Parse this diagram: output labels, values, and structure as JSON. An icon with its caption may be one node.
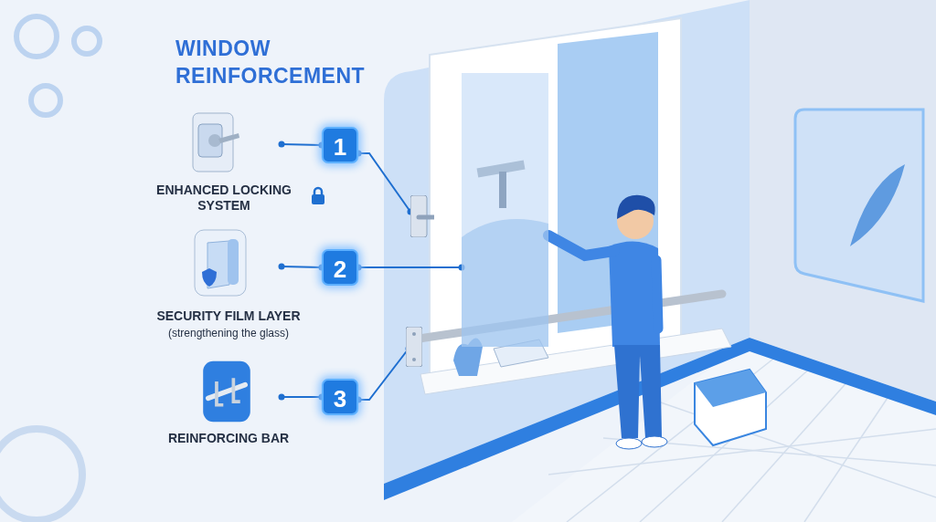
{
  "diagram": {
    "title": "WINDOW REINFORCEMENT",
    "nodes": [
      {
        "text": [
          "ENHANCED LOCKING SYSTEM"
        ]
      },
      {
        "text": [
          "1"
        ]
      },
      {
        "text": [],
        "shape": "picture"
      },
      {
        "text": [
          "SECURITY FILM LAYER",
          "(strengthening the glass)"
        ]
      },
      {
        "text": [
          "2"
        ]
      },
      {
        "text": [],
        "shape": "picture"
      },
      {
        "text": [
          "REINFORCING BAR"
        ]
      },
      {
        "text": [
          "3"
        ]
      },
      {
        "text": [],
        "shape": "picture"
      }
    ],
    "edges": [
      {
        "from": 0,
        "to": 1,
        "arrow": "other"
      },
      {
        "from": 1,
        "to": 2,
        "arrow": "other"
      },
      {
        "from": 3,
        "to": 4,
        "arrow": "other"
      },
      {
        "from": 4,
        "to": 5,
        "arrow": "other"
      },
      {
        "from": 6,
        "to": 7,
        "arrow": "other"
      },
      {
        "from": 7,
        "to": 8,
        "arrow": "other"
      }
    ]
  }
}
